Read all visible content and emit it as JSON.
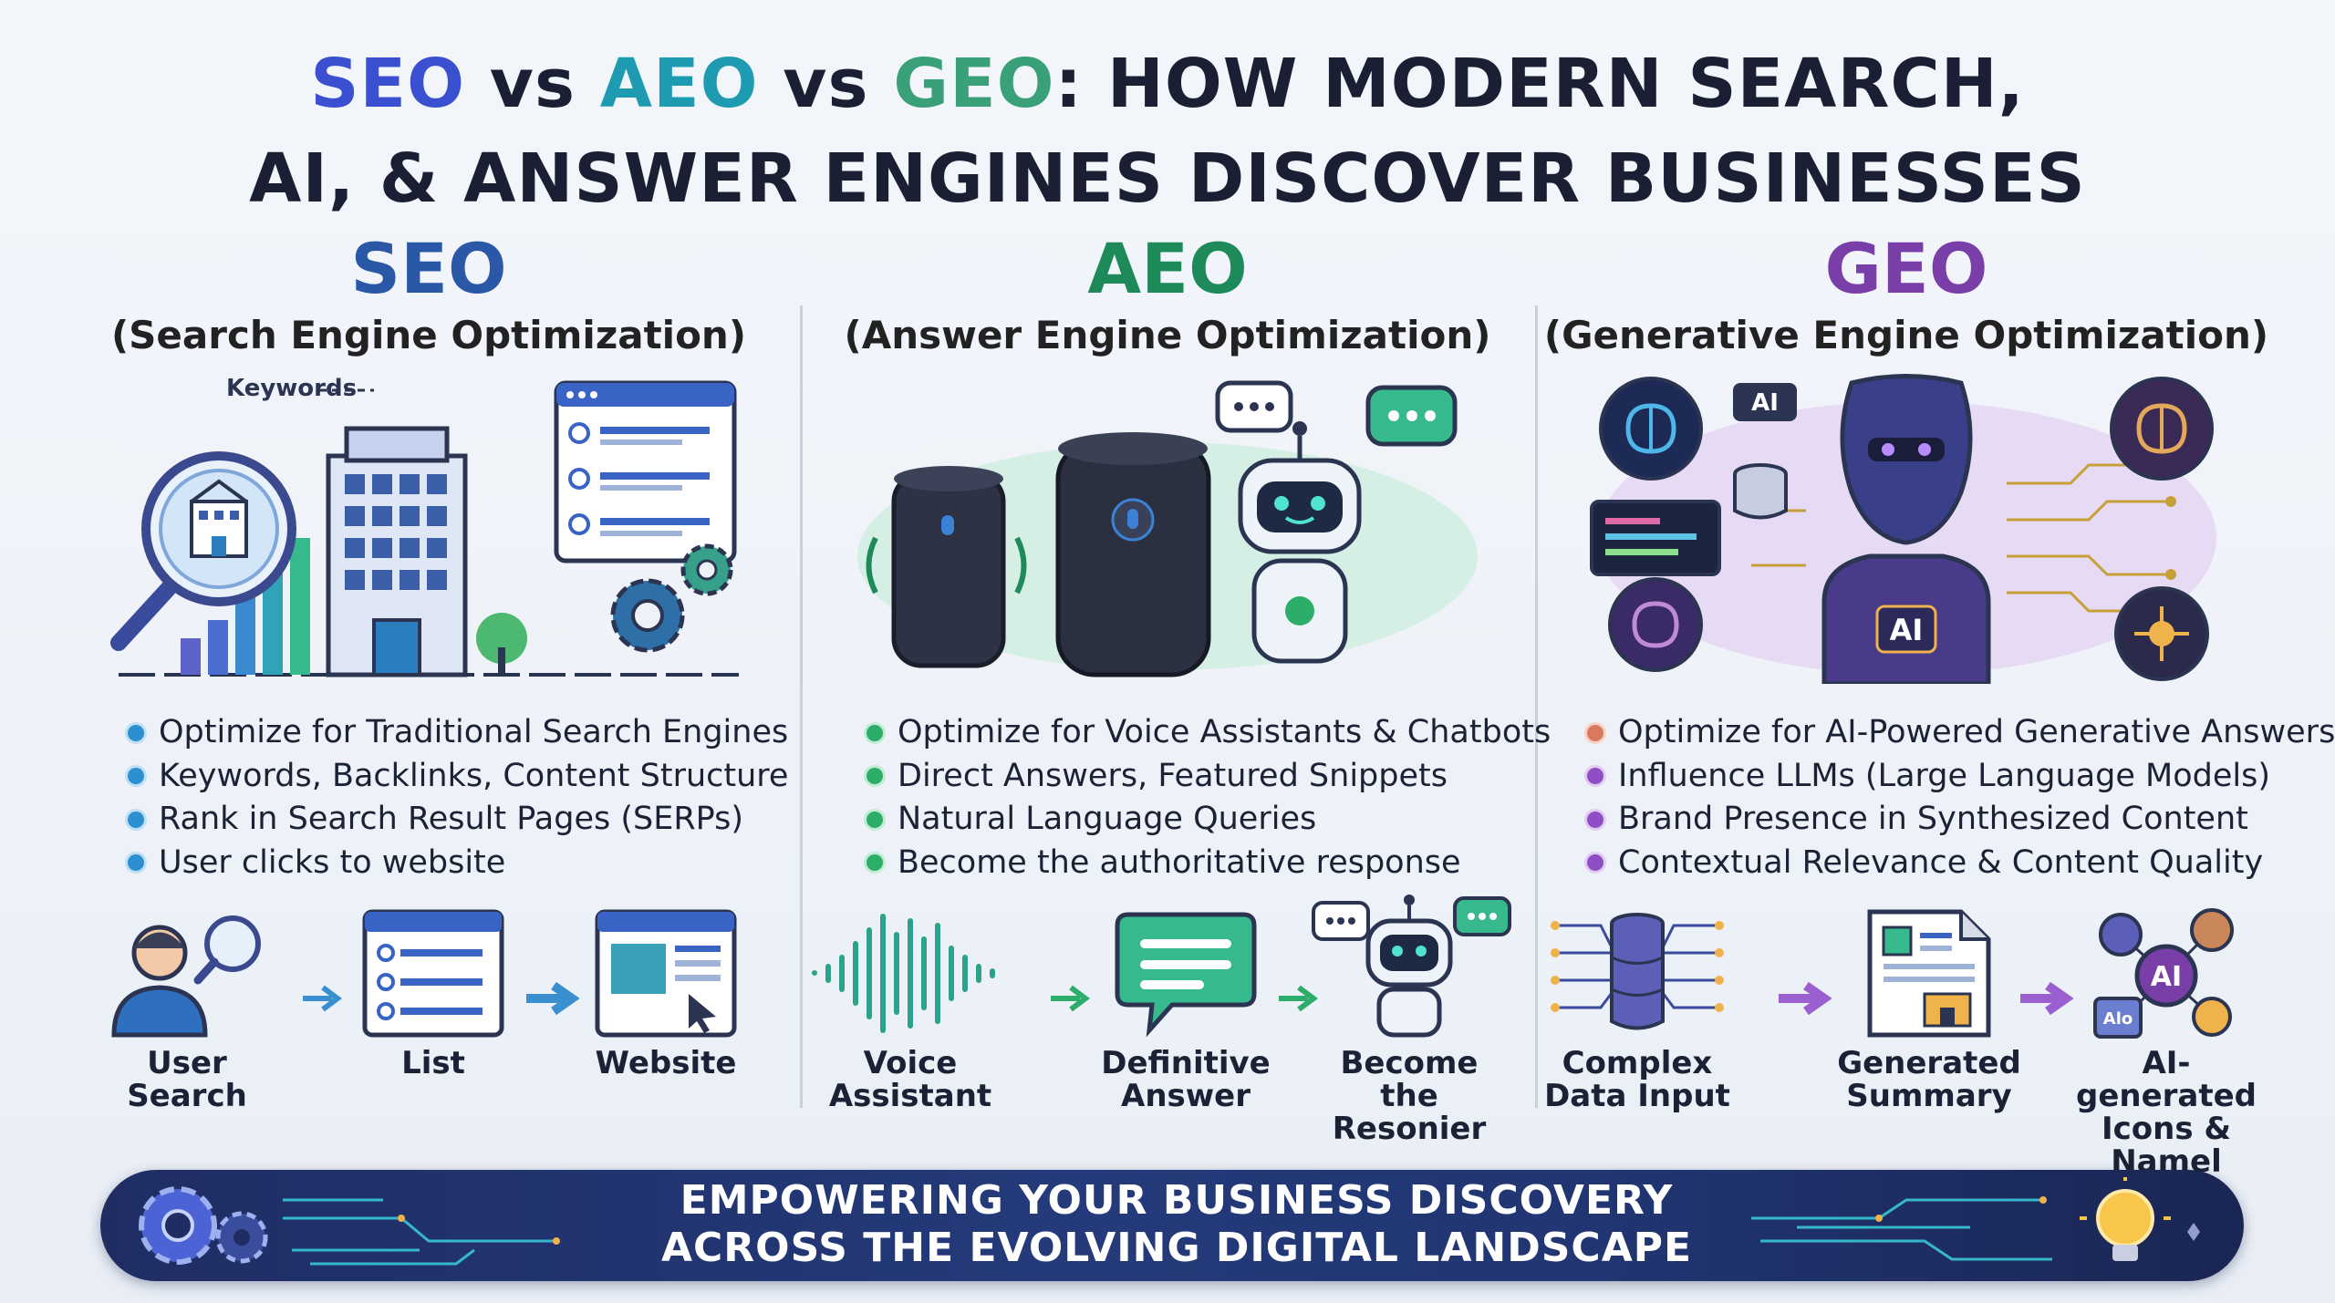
{
  "title": {
    "seo": "SEO",
    "vs1": " vs ",
    "aeo": "AEO",
    "vs2": " vs ",
    "geo": "GEO",
    "rest_line1": ": HOW MODERN SEARCH,",
    "line2": "AI, & ANSWER ENGINES DISCOVER BUSINESSES"
  },
  "columns": {
    "seo": {
      "abbr": "SEO",
      "full": "(Search Engine Optimization)",
      "hero_label": "Keywords",
      "bullets": [
        "Optimize for Traditional Search Engines",
        "Keywords, Backlinks, Content Structure",
        "Rank in Search Result Pages (SERPs)",
        "User clicks to website"
      ],
      "flow": [
        "User\nSearch",
        "List",
        "Website"
      ]
    },
    "aeo": {
      "abbr": "AEO",
      "full": "(Answer Engine Optimization)",
      "bullets": [
        "Optimize for Voice Assistants & Chatbots",
        "Direct Answers, Featured Snippets",
        "Natural Language Queries",
        "Become the authoritative response"
      ],
      "flow": [
        "Voice\nAssistant",
        "Definitive\nAnswer",
        "Become\nthe Resonier"
      ]
    },
    "geo": {
      "abbr": "GEO",
      "full": "(Generative Engine Optimization)",
      "hero_labels": [
        "AI",
        "AI"
      ],
      "bullets": [
        "Optimize for AI-Powered Generative Answers",
        "Influence LLMs (Large Language Models)",
        "Brand Presence in Synthesized Content",
        "Contextual Relevance & Content Quality"
      ],
      "flow": [
        "Complex\nData Input",
        "Generated\nSummary",
        "AI-generated\nIcons & Namel"
      ],
      "flow_icon_labels": [
        "AI",
        "Alo"
      ]
    }
  },
  "banner": {
    "line1": "EMPOWERING YOUR BUSINESS DISCOVERY",
    "line2": "ACROSS THE EVOLVING DIGITAL LANDSCAPE"
  },
  "colors": {
    "seo_accent": "#2a58a6",
    "aeo_accent": "#1e8a5a",
    "geo_accent": "#7a3ea8",
    "banner_bg": "#223472"
  },
  "icons": [
    "magnifier-icon",
    "building-icon",
    "bar-chart-icon",
    "gear-icon",
    "browser-window-icon",
    "smart-speaker-icon",
    "chat-bubble-icon",
    "robot-icon",
    "brain-icon",
    "ai-humanoid-icon",
    "database-icon",
    "user-icon",
    "sound-wave-icon",
    "document-icon",
    "lightbulb-icon"
  ]
}
